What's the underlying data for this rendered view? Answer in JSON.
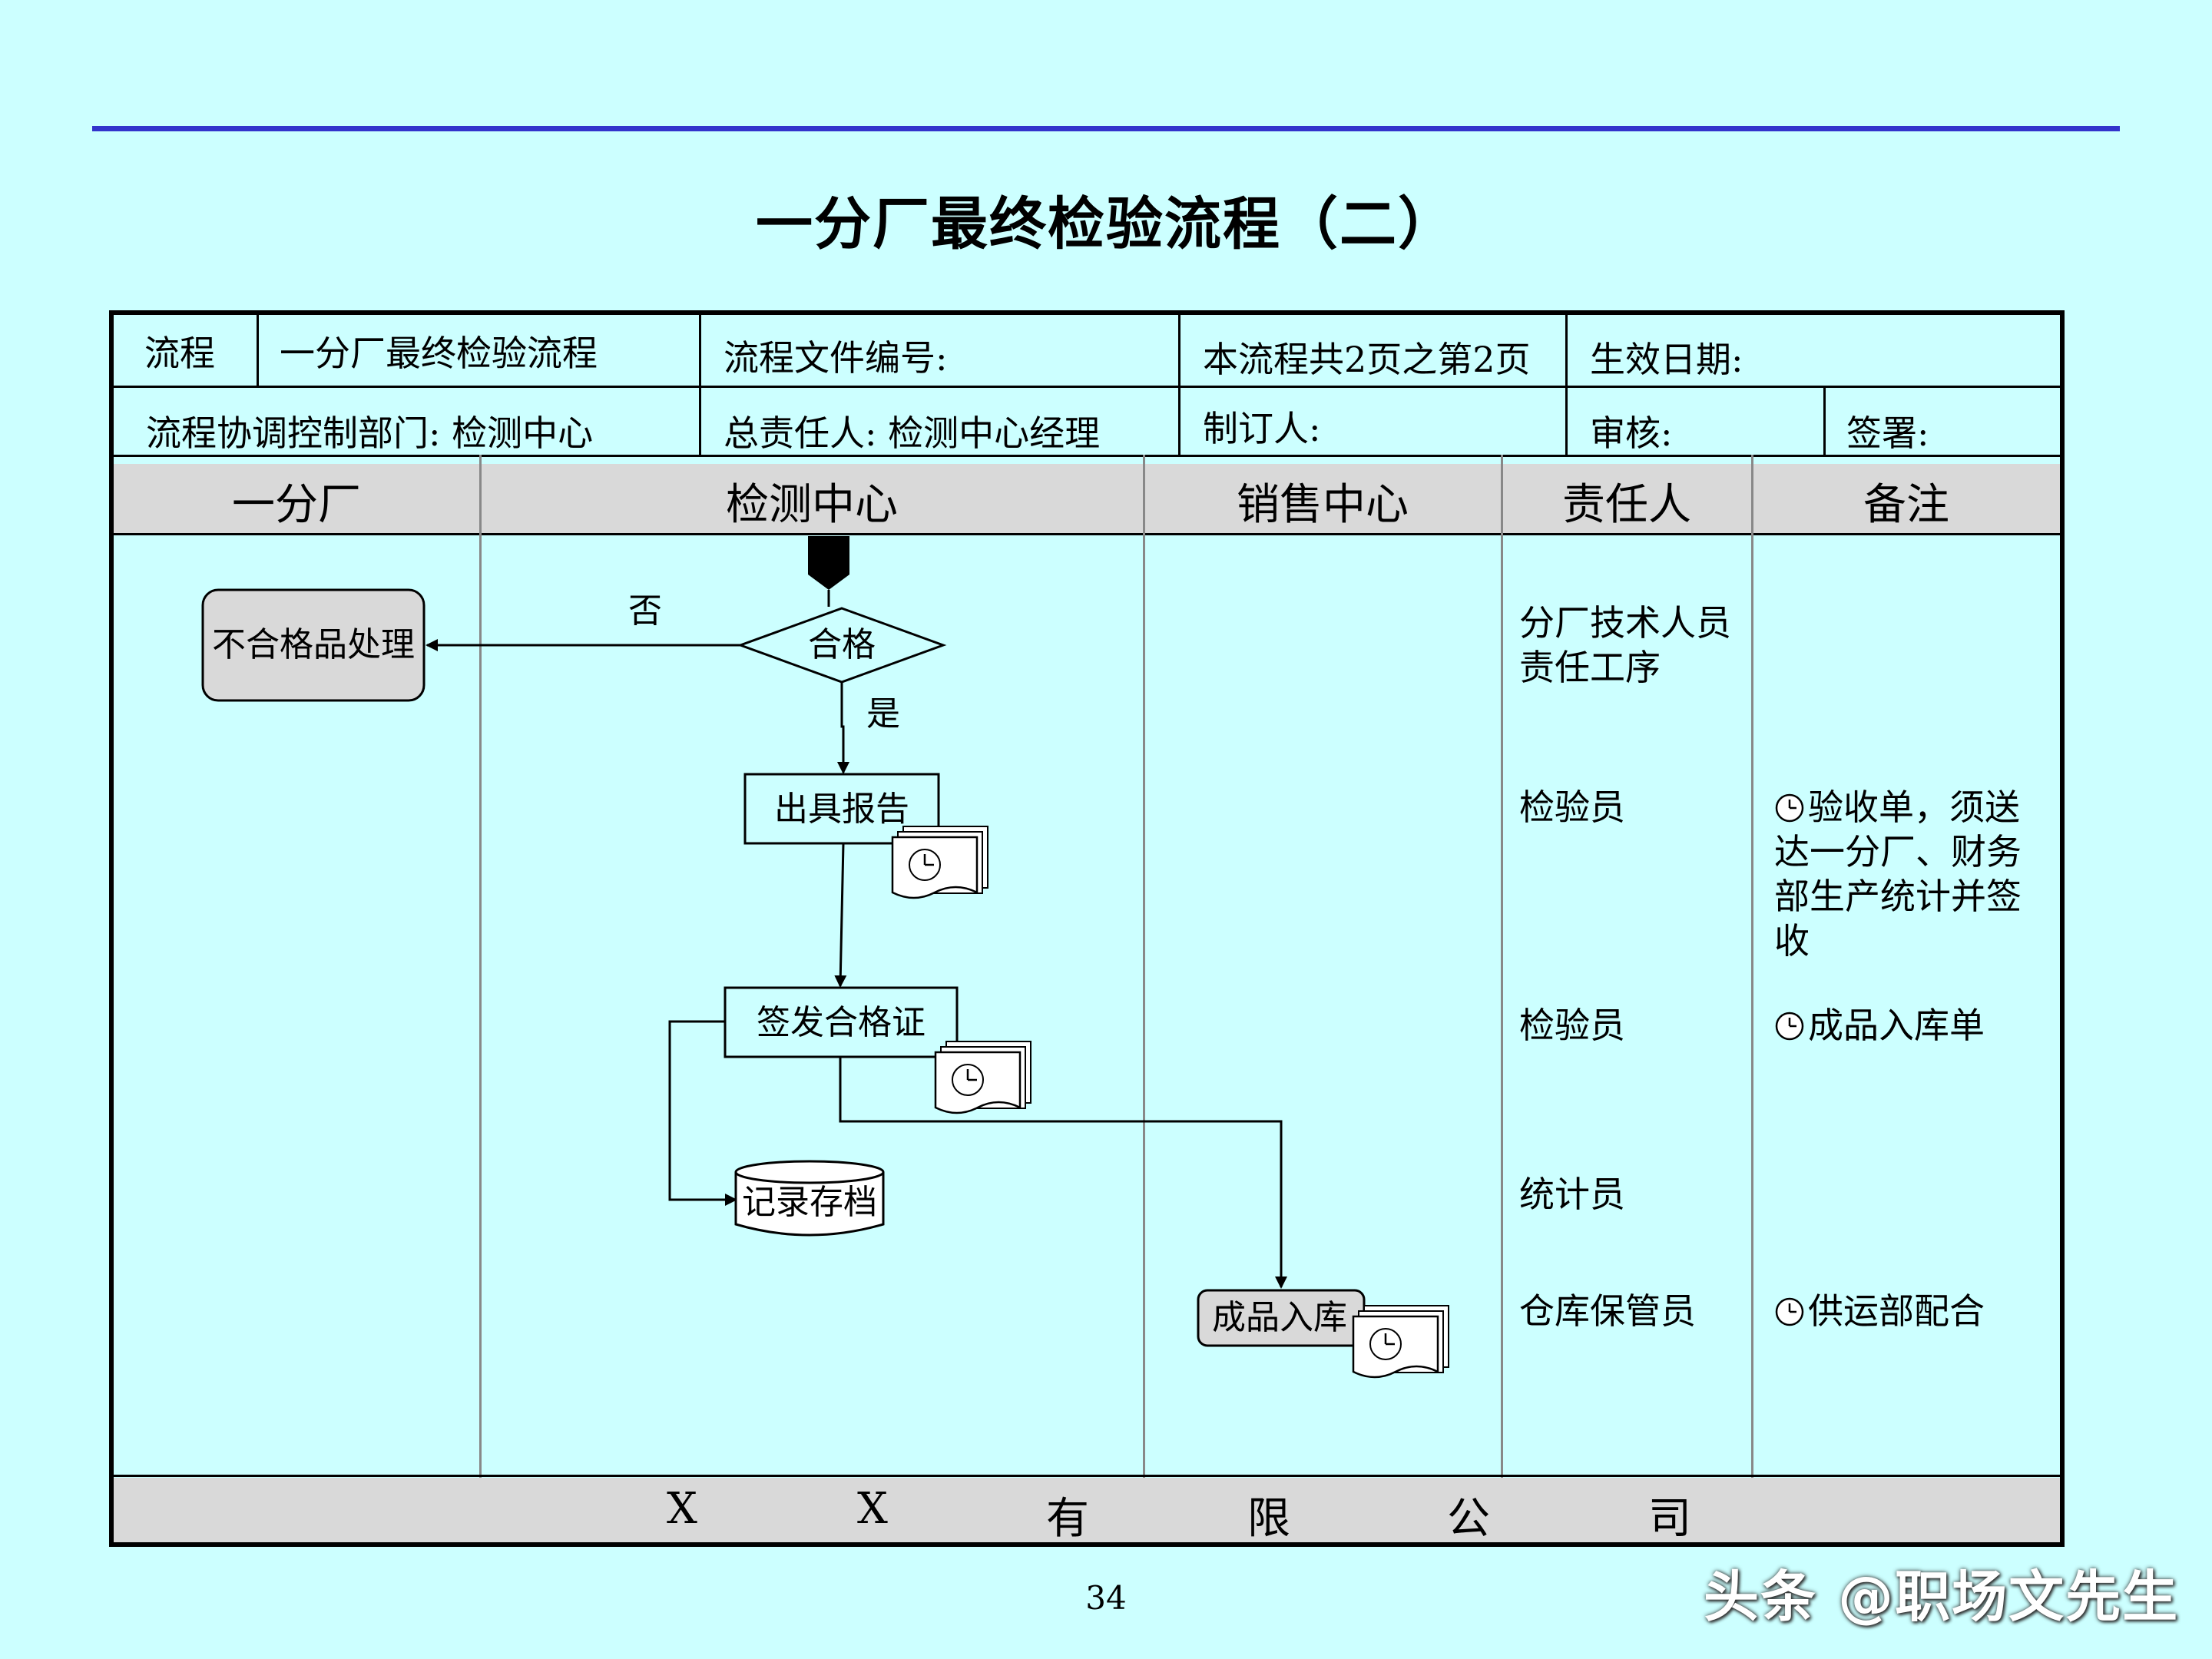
{
  "title": "一分厂最终检验流程（二）",
  "header": {
    "process_label": "流程",
    "process_name": "一分厂最终检验流程",
    "doc_no": "流程文件编号:",
    "pages": "本流程共2页之第2页",
    "effective_date": "生效日期:",
    "dept": "流程协调控制部门:  检测中心",
    "owner": "总责任人: 检测中心经理",
    "author": "制订人:",
    "review": "审核:",
    "sign": "签署:"
  },
  "lanes": [
    "一分厂",
    "检测中心",
    "销售中心",
    "责任人",
    "备注"
  ],
  "nodes": {
    "reject": "不合格品处理",
    "decision": "合格",
    "no": "否",
    "yes": "是",
    "report": "出具报告",
    "certificate": "签发合格证",
    "archive": "记录存档",
    "warehouse": "成品入库"
  },
  "responsible": {
    "r1_line1": "分厂技术人员",
    "r1_line2": "责任工序",
    "r2": "检验员",
    "r3": "检验员",
    "r4": "统计员",
    "r5": "仓库保管员"
  },
  "notes": {
    "n1_line1": "验收单，须送",
    "n1_line2": "达一分厂、财务",
    "n1_line3": "部生产统计并签",
    "n1_line4": "收",
    "n2": "成品入库单",
    "n3": "供运部配合"
  },
  "footer": [
    "X",
    "X",
    "有",
    "限",
    "公",
    "司"
  ],
  "page_number": "34",
  "watermark": "头条 @职场文先生",
  "colors": {
    "background": "#ccffff",
    "rule": "#3333cc",
    "lane_header": "#d9d9d9",
    "rounded_box": "#d9d9d9"
  }
}
